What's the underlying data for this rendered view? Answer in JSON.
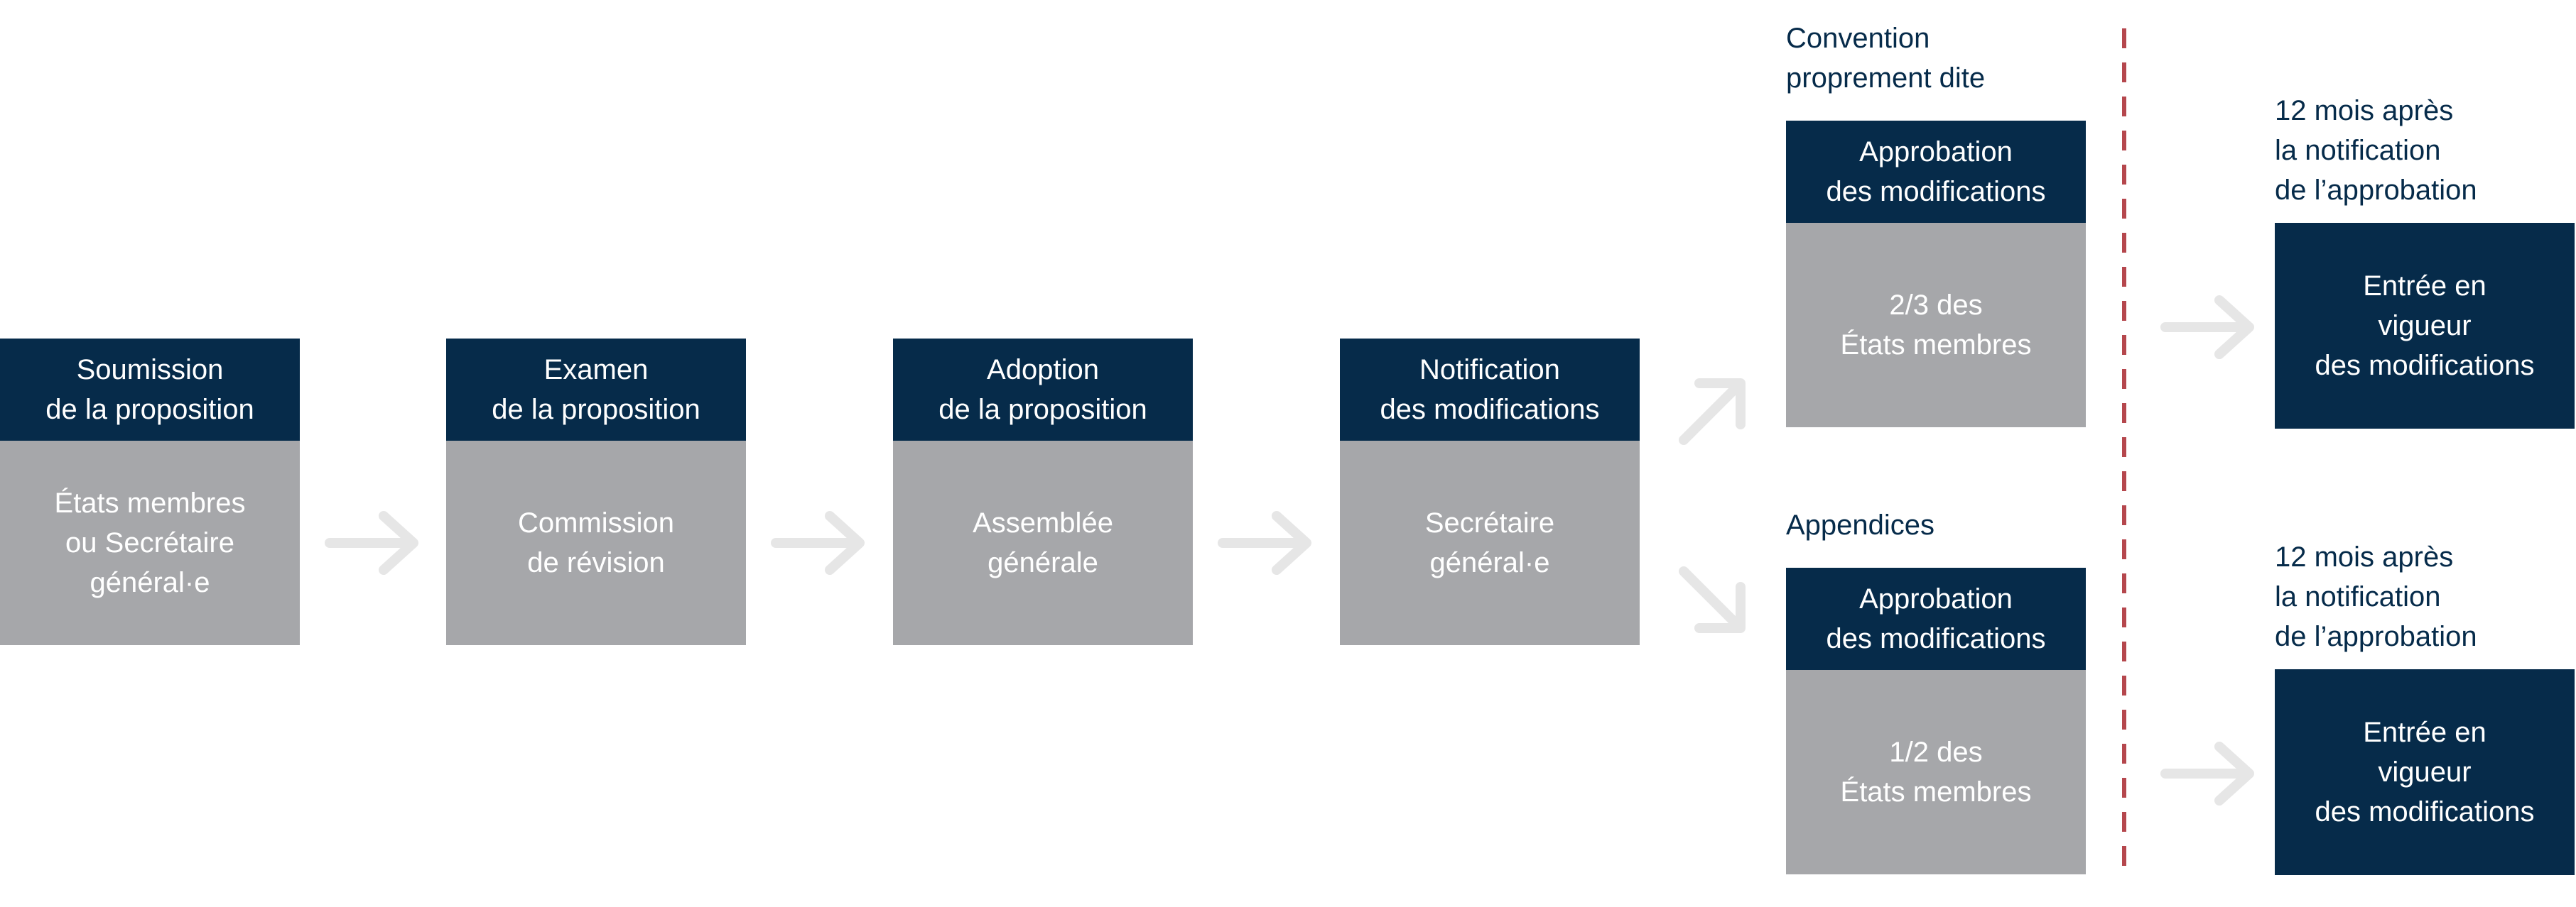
{
  "colors": {
    "header_bg": "#062b4a",
    "body_bg": "#a6a7aa",
    "arrow": "#e6e6e6",
    "divider": "#b5474d",
    "label_text": "#062b4a"
  },
  "steps": [
    {
      "title": "Soumission\nde la proposition",
      "body": "États membres\nou Secrétaire\ngénéral·e"
    },
    {
      "title": "Examen\nde la proposition",
      "body": "Commission\nde révision"
    },
    {
      "title": "Adoption\nde la proposition",
      "body": "Assemblée\ngénérale"
    },
    {
      "title": "Notification\ndes modifications",
      "body": "Secrétaire\ngénéral·e"
    }
  ],
  "branches": [
    {
      "label": "Convention\nproprement dite",
      "title": "Approbation\ndes modifications",
      "body": "2/3 des\nÉtats membres",
      "delay": "12 mois après\nla notification\nde l’approbation",
      "result": "Entrée en\nvigueur\ndes modifications"
    },
    {
      "label": "Appendices",
      "title": "Approbation\ndes modifications",
      "body": "1/2 des\nÉtats membres",
      "delay": "12 mois après\nla notification\nde l’approbation",
      "result": "Entrée en\nvigueur\ndes modifications"
    }
  ]
}
